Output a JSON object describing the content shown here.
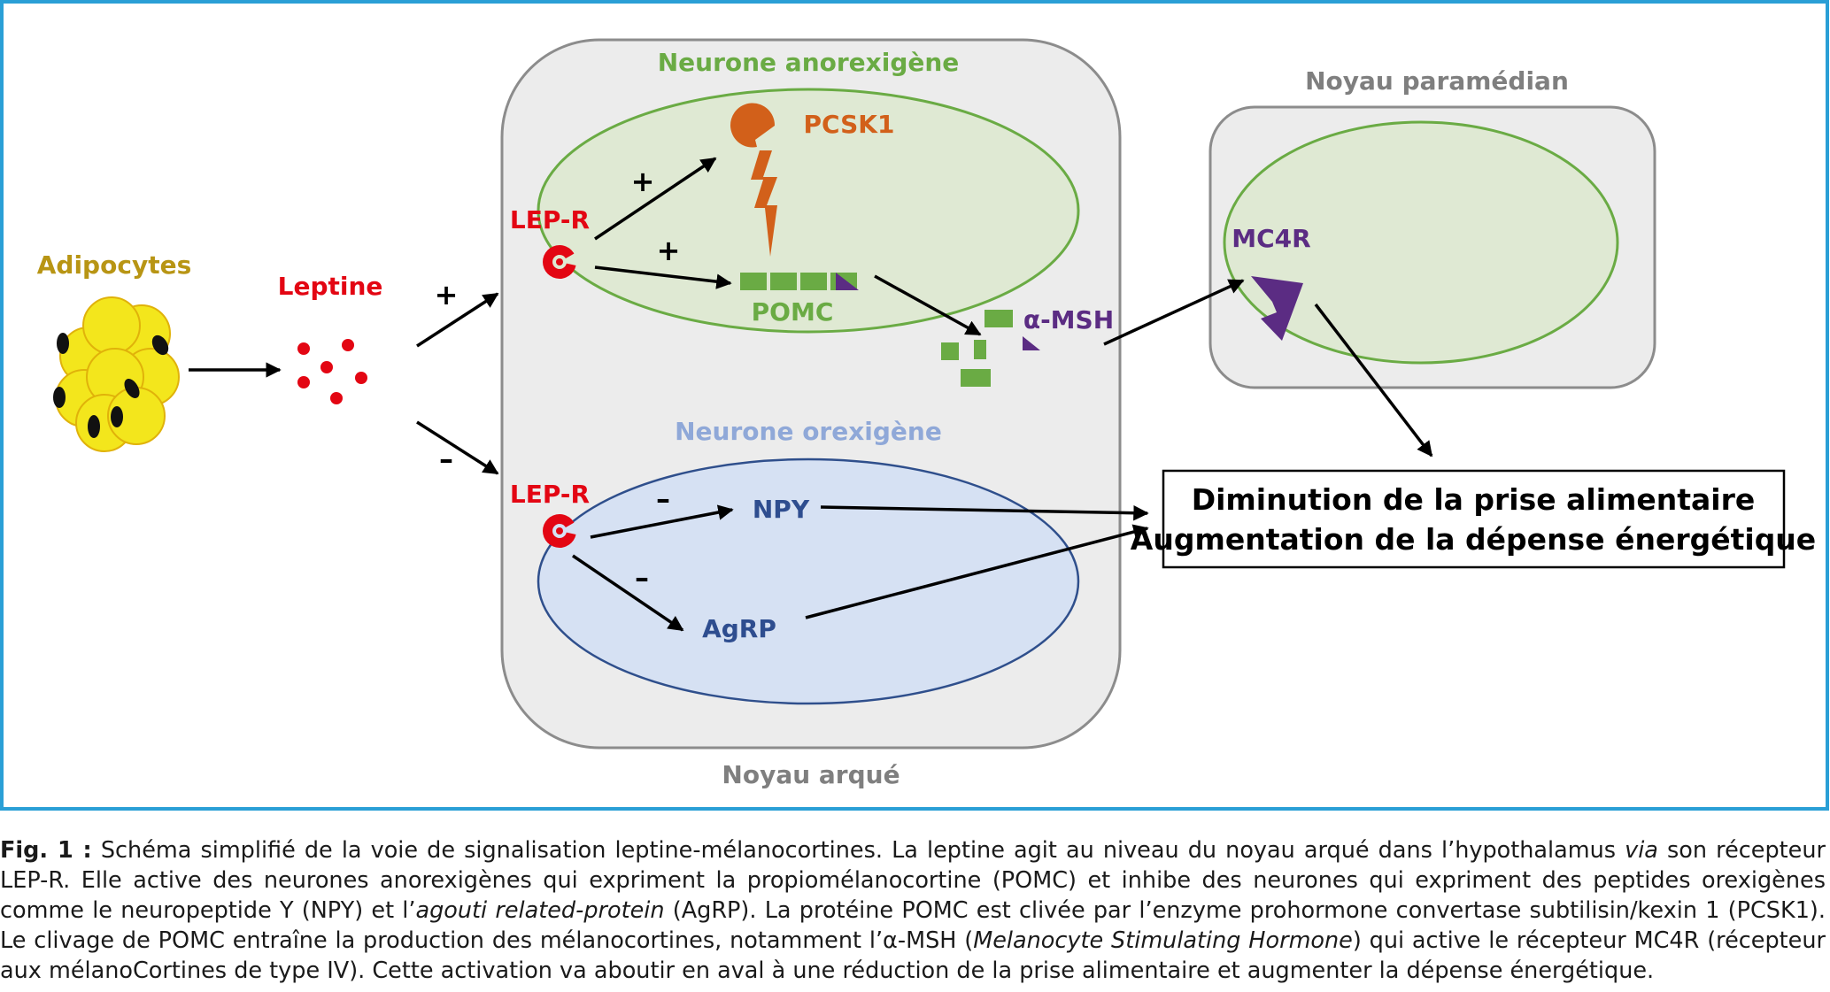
{
  "colors": {
    "frame": "#2a9fd6",
    "adipocyte_fill": "#f3e61c",
    "adipocyte_stroke": "#e0b20a",
    "leptin": "#e30613",
    "anorexigenic": "#6aab44",
    "orexigenic_label": "#8fa8d8",
    "orexigenic_fill": "#d6e1f3",
    "orexigenic_stroke": "#2f4f8c",
    "pcsk1": "#d2601a",
    "mc4r": "#5b2c83",
    "nucleus_fill": "#ececec",
    "nucleus_stroke": "#8c8c8c",
    "nucleus_label": "#7f7f7f",
    "blue_text": "#2e4d8f",
    "gold_text": "#b89514"
  },
  "labels": {
    "adipocytes": "Adipocytes",
    "leptine": "Leptine",
    "neurone_anorexigene": "Neurone anorexigène",
    "neurone_orexigene": "Neurone orexigène",
    "noyau_arque": "Noyau arqué",
    "noyau_paramedian": "Noyau paramédian",
    "lepr_top": "LEP-R",
    "lepr_bottom": "LEP-R",
    "pcsk1": "PCSK1",
    "pomc": "POMC",
    "amsh": "α-MSH",
    "mc4r": "MC4R",
    "npy": "NPY",
    "agrp": "AgRP",
    "plus": "+",
    "minus": "–"
  },
  "outcome": {
    "line1": "Diminution de la prise alimentaire",
    "line2": "Augmentation de la dépense énergétique"
  },
  "caption": {
    "fig_label": "Fig. 1 :",
    "t1": " Schéma simplifié de la voie de signalisation leptine-mélanocortines. La leptine agit au niveau du noyau arqué dans l’hypothalamus ",
    "via": "via",
    "t2": " son récepteur LEP-R. Elle active des neurones anorexigènes qui expriment la propiomélanocortine (POMC) et inhibe des neurones qui expriment des peptides orexigènes comme le neuropeptide Y (NPY) et l’",
    "agouti": "agouti related-protein",
    "t3": " (AgRP). La protéine POMC est clivée par l’enzyme prohormone convertase subtilisin/kexin 1 (PCSK1). Le clivage de POMC entraîne la production des mélanocortines, notamment l’α-MSH (",
    "msh_full": "Melanocyte Stimulating Hormone",
    "t4": ") qui active le récepteur MC4R (récepteur aux mélanoCortines de type IV). Cette activation va aboutir en aval à une réduction de la prise alimentaire et augmenter la dépense énergétique."
  }
}
